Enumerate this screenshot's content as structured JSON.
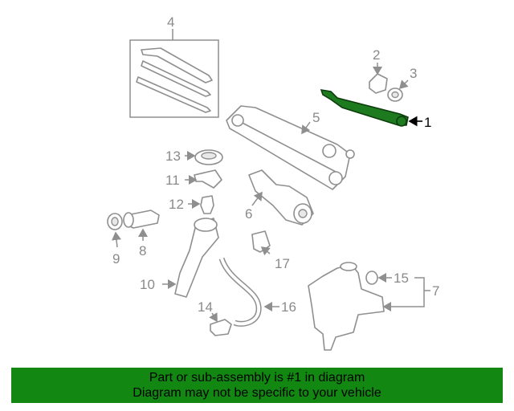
{
  "diagram": {
    "callouts": [
      "1",
      "2",
      "3",
      "4",
      "5",
      "6",
      "7",
      "8",
      "9",
      "10",
      "11",
      "12",
      "13",
      "14",
      "15",
      "16",
      "17"
    ],
    "highlight_color": "#1e7a1e"
  },
  "banner": {
    "line1": "Part or sub-assembly is #1 in diagram",
    "line2": "Diagram may not be specific to your vehicle",
    "color": "#128812"
  }
}
